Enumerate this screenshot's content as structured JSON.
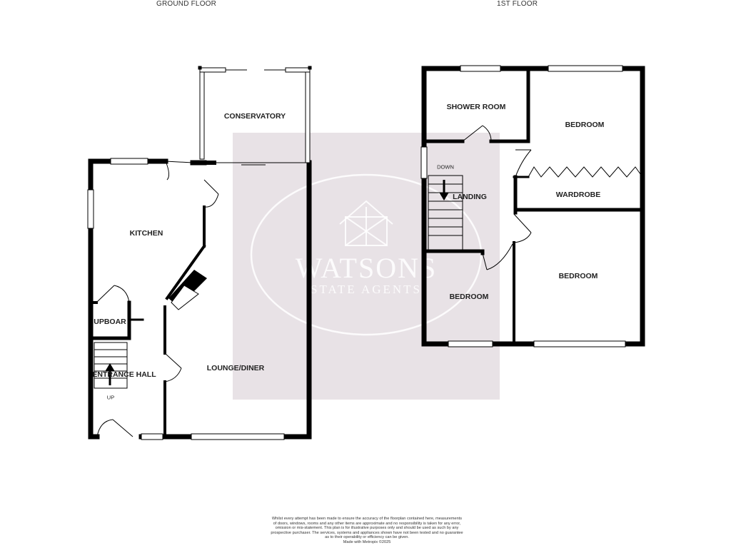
{
  "floors": {
    "ground": {
      "title": "GROUND FLOOR"
    },
    "first": {
      "title": "1ST FLOOR"
    }
  },
  "rooms": {
    "conservatory": "CONSERVATORY",
    "kitchen": "KITCHEN",
    "cupboard": "UPBOAR",
    "entrance_hall": "ENTRANCE HALL",
    "lounge_diner": "LOUNGE/DINER",
    "shower_room": "SHOWER ROOM",
    "bedroom_top_right": "BEDROOM",
    "wardrobe": "WARDROBE",
    "landing": "LANDING",
    "bedroom_bottom_right": "BEDROOM",
    "bedroom_bottom_left": "BEDROOM"
  },
  "stairs": {
    "up": "UP",
    "down": "DOWN"
  },
  "watermark": {
    "line1": "WATSONS",
    "line2": "STATE AGENTS"
  },
  "disclaimer": [
    "Whilst every attempt has been made to ensure the accuracy of the floorplan contained here, measurements",
    "of doors, windows, rooms and any other items are approximate and no responsibility is taken for any error,",
    "omission or mis-statement. This plan is for illustrative purposes only and should be used as such by any",
    "prospective purchaser. The services, systems and appliances shown have not been tested and no guarantee",
    "as to their operability or efficiency can be given.",
    "Made with Metropix ©2025"
  ],
  "colors": {
    "wall": "#000000",
    "watermark_box": "#cdbec8",
    "window": "#ffffff"
  }
}
